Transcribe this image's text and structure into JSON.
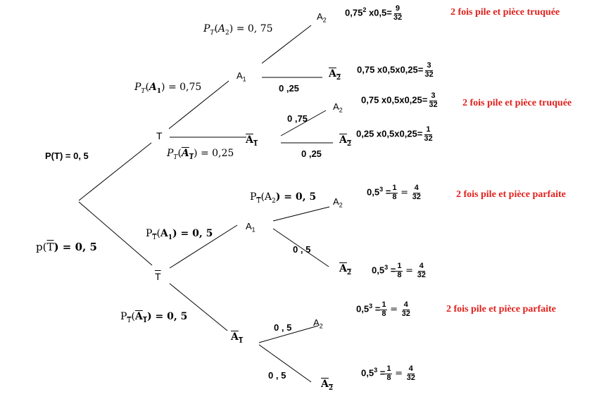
{
  "nodes": {
    "T": "T",
    "Tbar": "T",
    "A1": "A",
    "A2": "A",
    "one": "1",
    "two": "2"
  },
  "edge_labels": {
    "pT": "P(T) = 0, 5",
    "pTbar_prefix": "p(",
    "pTbar_T": "T",
    "pTbar_suffix": ") = 0, 5",
    "PT_A1": "= 0,75",
    "PT_A1bar": "= 0,25",
    "PT_A2": "= 0, 75",
    "w_025_a": "0 ,25",
    "w_075": "0 ,75",
    "w_025_b": "0 ,25",
    "PTbar_A2": ") = 0, 5",
    "PTbar_A1": ") = 0, 5",
    "PTbar_A1bar": ") = 0, 5",
    "w_05_a": "0 , 5",
    "w_05_b": "0 , 5",
    "w_05_c": "0 , 5"
  },
  "results": {
    "r1_text": "0,75",
    "r1_exp": "2",
    "r1_mult": " x0,5=",
    "r1_num": "9",
    "r1_den": "32",
    "r2_text": "0,75 x0,5x0,25=",
    "r2_num": "3",
    "r2_den": "32",
    "r3_text": "0,75 x0,5x0,25=",
    "r3_num": "3",
    "r3_den": "32",
    "r4_text": "0,25 x0,5x0,25=",
    "r4_num": "1",
    "r4_den": "32",
    "half_cubed_base": "0,5",
    "half_cubed_exp": "3",
    "eq": " =",
    "one": "1",
    "eight": "8",
    "equals": "=",
    "four": "4",
    "thirtytwo": "32"
  },
  "annotations": {
    "trick_1": "2 fois pile  et pièce truquée",
    "trick_2": "2 fois pile et pièce truquée",
    "fair_1": "2 fois pile et pièce parfaite",
    "fair_2": "2 fois pile et pièce parfaite"
  },
  "symbols": {
    "P": "P",
    "T": "T",
    "open": "(",
    "A": "A"
  },
  "colors": {
    "annotation": "#e0201c",
    "line": "#000000"
  }
}
